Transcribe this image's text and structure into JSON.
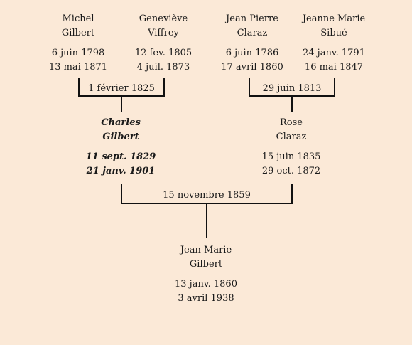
{
  "grandparents": [
    {
      "given": "Michel",
      "surname": "Gilbert",
      "birth": "6 juin 1798",
      "death": "13 mai 1871"
    },
    {
      "given": "Geneviève",
      "surname": "Viffrey",
      "birth": "12 fev. 1805",
      "death": "4 juil. 1873"
    },
    {
      "given": "Jean Pierre",
      "surname": "Claraz",
      "birth": "6 juin 1786",
      "death": "17 avril 1860"
    },
    {
      "given": "Jeanne Marie",
      "surname": "Sibué",
      "birth": "24 janv. 1791",
      "death": "16 mai 1847"
    }
  ],
  "marriages": {
    "paternal": "1 février 1825",
    "maternal": "29 juin 1813",
    "parents": "15 novembre 1859"
  },
  "parents": [
    {
      "given": "Charles",
      "surname": "Gilbert",
      "birth": "11 sept. 1829",
      "death": "21 janv. 1901"
    },
    {
      "given": "Rose",
      "surname": "Claraz",
      "birth": "15 juin 1835",
      "death": "29 oct. 1872"
    }
  ],
  "child": {
    "given": "Jean Marie",
    "surname": "Gilbert",
    "birth": "13 janv. 1860",
    "death": "3 avril 1938"
  }
}
